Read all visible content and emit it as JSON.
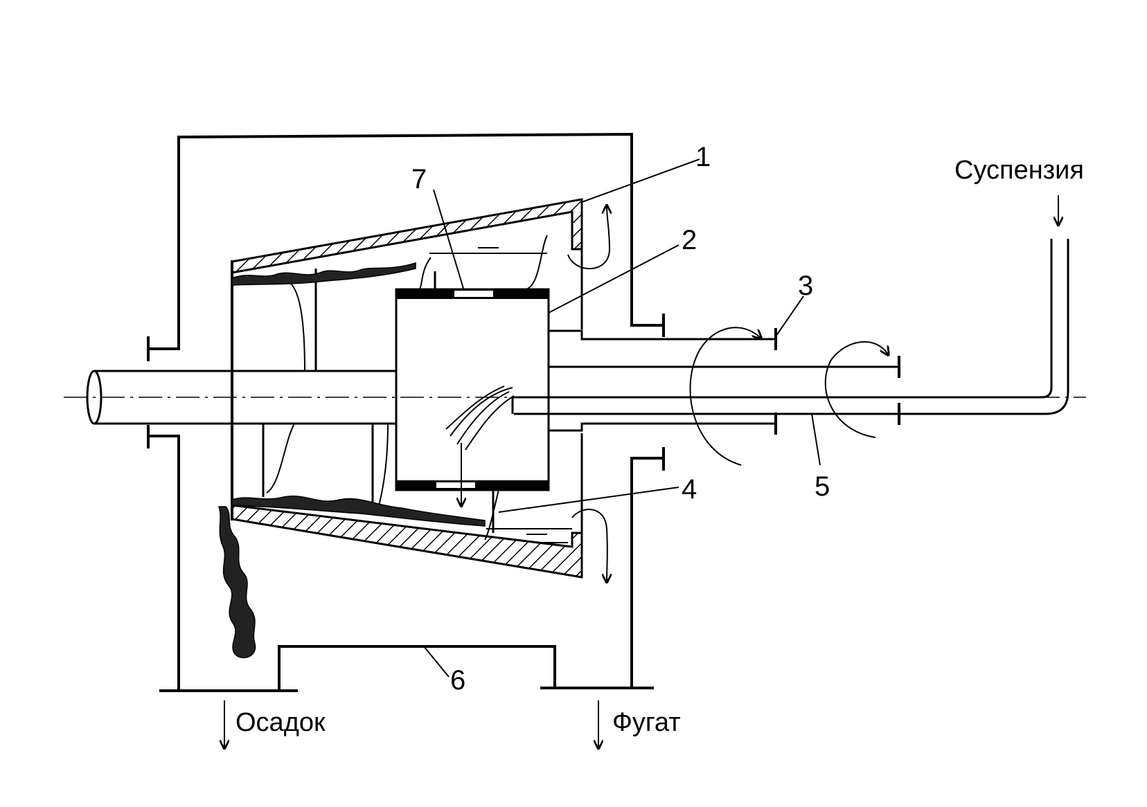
{
  "diagram": {
    "callouts": {
      "c1": "1",
      "c2": "2",
      "c3": "3",
      "c4": "4",
      "c5": "5",
      "c6": "6",
      "c7": "7"
    },
    "labels": {
      "suspension": "Суспензия",
      "sediment": "Осадок",
      "fugate": "Фугат"
    }
  }
}
